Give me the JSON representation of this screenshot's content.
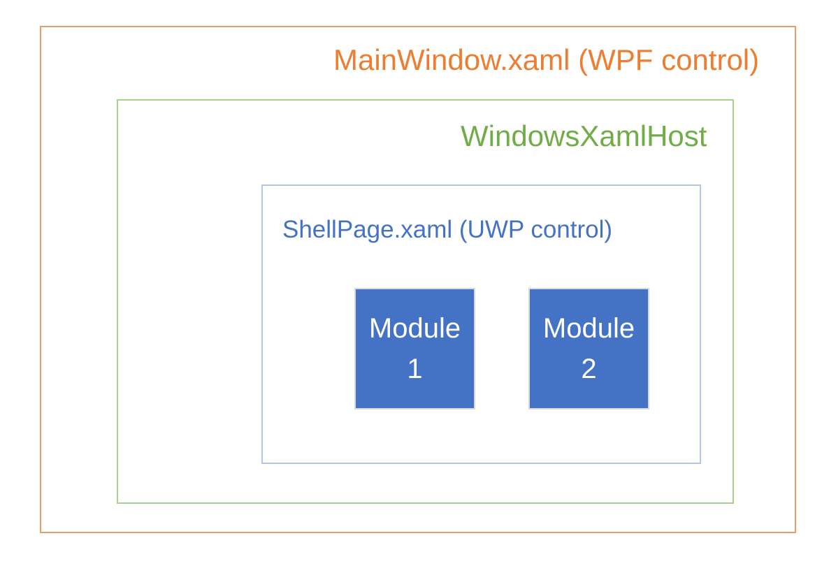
{
  "diagram": {
    "title": "MainWindow.xaml (WPF control)",
    "outer_box": {
      "label": "MainWindow.xaml (WPF control)",
      "type": "WPF window"
    },
    "host_box": {
      "label": "WindowsXamlHost"
    },
    "page_box": {
      "label": "ShellPage.xaml (UWP control)"
    },
    "modules": [
      {
        "lines": [
          "Module",
          "1"
        ]
      },
      {
        "lines": [
          "Module",
          "2"
        ]
      }
    ]
  },
  "colors": {
    "orange_text": "#ED7D31",
    "orange_border": "#F09A6C",
    "green_text": "#70AD47",
    "green_border": "#A9D18E",
    "blue_text": "#4472C4",
    "blue_border": "#B4C7E7",
    "module_fill": "#4472C4",
    "module_border": "#D9D9D9",
    "module_text": "#FFFFFF",
    "background": "#FFFFFF"
  }
}
